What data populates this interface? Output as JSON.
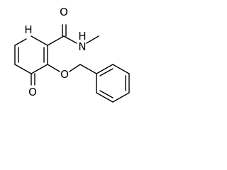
{
  "atoms": {
    "n1": {
      "label": "H"
    },
    "n1_h": {
      "label": "N"
    },
    "o_amide": {
      "label": "O"
    },
    "n_amide": {
      "label": "N"
    },
    "n_amide_h": {
      "label": "H"
    },
    "o_ether": {
      "label": "O"
    },
    "o_keto": {
      "label": "O"
    }
  }
}
